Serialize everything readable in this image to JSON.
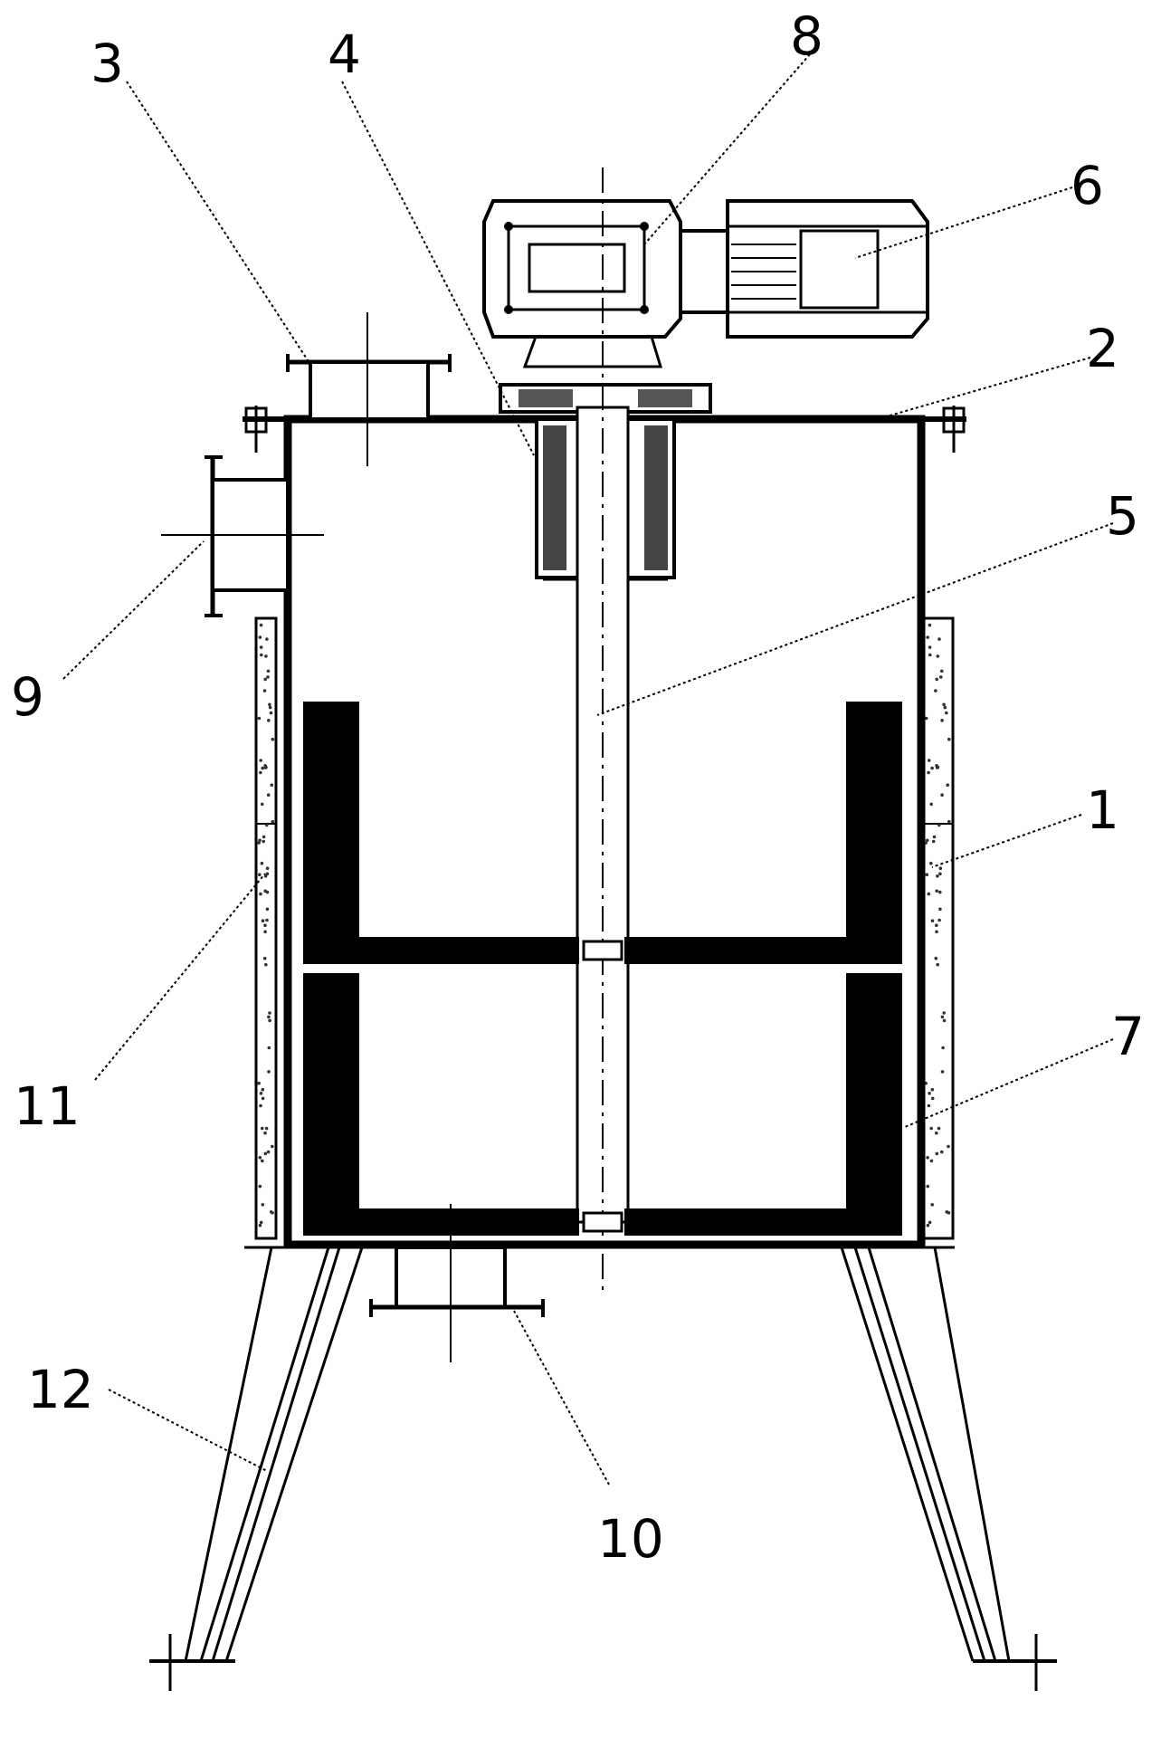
{
  "labels": {
    "tank_body": "1",
    "top_cover": "2",
    "feed_inlet": "3",
    "shaft_seal": "4",
    "stirring_shaft": "5",
    "motor": "6",
    "stirring_paddle": "7",
    "reducer": "8",
    "side_outlet": "9",
    "bottom_outlet": "10",
    "insulation_layer": "11",
    "support_leg": "12"
  },
  "colors": {
    "line": "#000000",
    "insulation_dot": "#333333",
    "background": "#ffffff"
  }
}
